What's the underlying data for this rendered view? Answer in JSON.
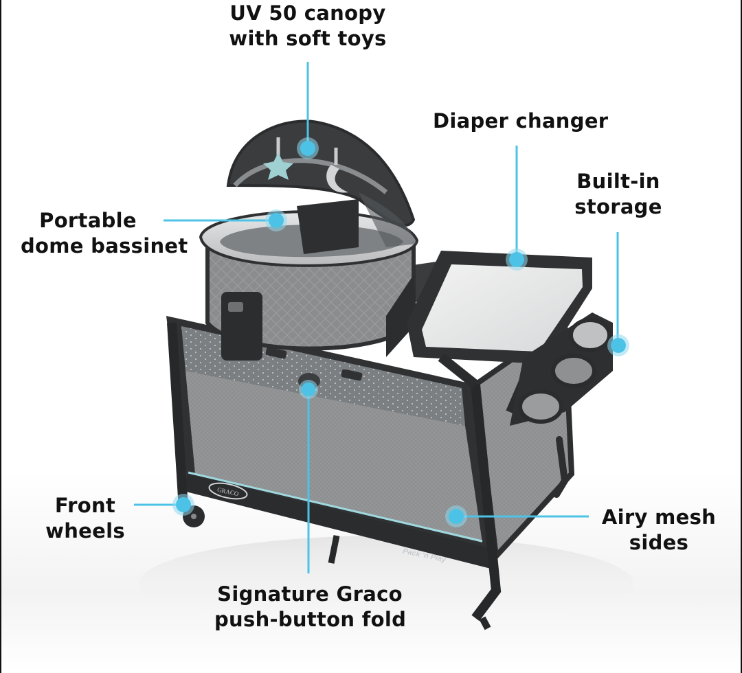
{
  "theme": {
    "accent": "#4cc3e6",
    "accent_halo": "#8fd8ef",
    "text": "#111111",
    "background": "#ffffff"
  },
  "product": {
    "brand_logo": "GRACO",
    "model_mark": "Pack 'n Play"
  },
  "features": [
    {
      "id": "canopy",
      "line1": "UV 50 canopy",
      "line2": "with soft toys"
    },
    {
      "id": "bassinet",
      "line1": "Portable",
      "line2": "dome bassinet"
    },
    {
      "id": "changer",
      "line1": "Diaper changer",
      "line2": ""
    },
    {
      "id": "storage",
      "line1": "Built-in",
      "line2": "storage"
    },
    {
      "id": "wheels",
      "line1": "Front",
      "line2": "wheels"
    },
    {
      "id": "mesh",
      "line1": "Airy mesh",
      "line2": "sides"
    },
    {
      "id": "fold",
      "line1": "Signature Graco",
      "line2": "push-button fold"
    }
  ]
}
